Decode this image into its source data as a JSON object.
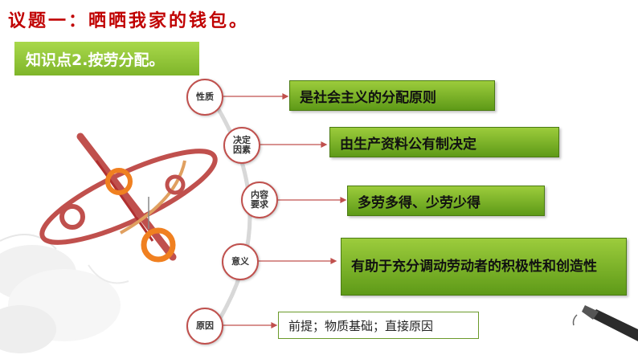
{
  "title": "议题一：晒晒我家的钱包。",
  "subtitle": "知识点2.按劳分配。",
  "items": [
    {
      "node": "性质",
      "text": "是社会主义的分配原则"
    },
    {
      "node": "决定\n因素",
      "text": "由生产资料公有制决定"
    },
    {
      "node": "内容\n要求",
      "text": "多劳多得、少劳少得"
    },
    {
      "node": "意义",
      "text": "有助于充分调动劳动者的积极性和创造性"
    },
    {
      "node": "原因",
      "text": "前提；物质基础；直接原因"
    }
  ],
  "colors": {
    "title": "#c00000",
    "accent_green": "#8bc34a",
    "node_border": "#c0504d"
  }
}
